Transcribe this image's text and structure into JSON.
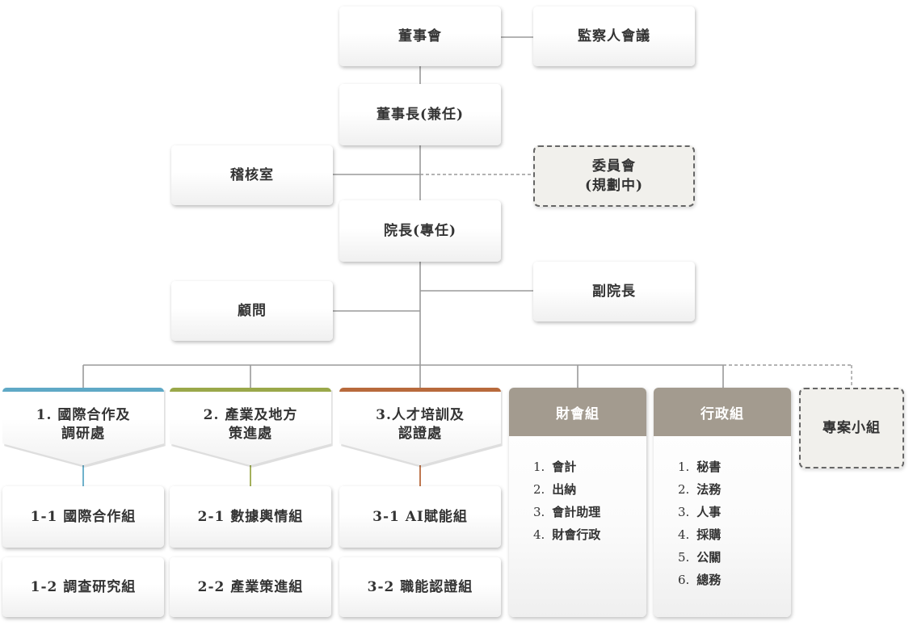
{
  "board": {
    "label": "董事會"
  },
  "supervisors": {
    "label": "監察人會議"
  },
  "chairman": {
    "label": "董事長(兼任)"
  },
  "audit": {
    "label": "稽核室"
  },
  "committee": {
    "line1": "委員會",
    "line2": "(規劃中)"
  },
  "president": {
    "label": "院長(專任)"
  },
  "vice_president": {
    "label": "副院長"
  },
  "advisor": {
    "label": "顧問"
  },
  "departments": [
    {
      "line1": "1. 國際合作及",
      "line2": "調研處",
      "color": "#5fa9c6",
      "units": [
        "1-1 國際合作組",
        "1-2 調查研究組"
      ]
    },
    {
      "line1": "2. 產業及地方",
      "line2": "策進處",
      "color": "#9aa84a",
      "units": [
        "2-1 數據輿情組",
        "2-2 產業策進組"
      ]
    },
    {
      "line1": "3.人才培訓及",
      "line2": "認證處",
      "color": "#b86a3c",
      "units": [
        "3-1 AI賦能組",
        "3-2 職能認證組"
      ]
    }
  ],
  "finance": {
    "title": "財會組",
    "items": [
      {
        "n": "1.",
        "t": "會計"
      },
      {
        "n": "2.",
        "t": "出納"
      },
      {
        "n": "3.",
        "t": "會計助理"
      },
      {
        "n": "4.",
        "t": "財會行政"
      }
    ]
  },
  "admin": {
    "title": "行政組",
    "items": [
      {
        "n": "1.",
        "t": "秘書"
      },
      {
        "n": "2.",
        "t": "法務"
      },
      {
        "n": "3.",
        "t": "人事"
      },
      {
        "n": "4.",
        "t": "採購"
      },
      {
        "n": "5.",
        "t": "公關"
      },
      {
        "n": "6.",
        "t": "總務"
      }
    ]
  },
  "project": {
    "label": "專案小組"
  },
  "colors": {
    "line": "#9a9a9a",
    "header": "#a39b8f",
    "dashed_fill": "#f1f0ec"
  }
}
